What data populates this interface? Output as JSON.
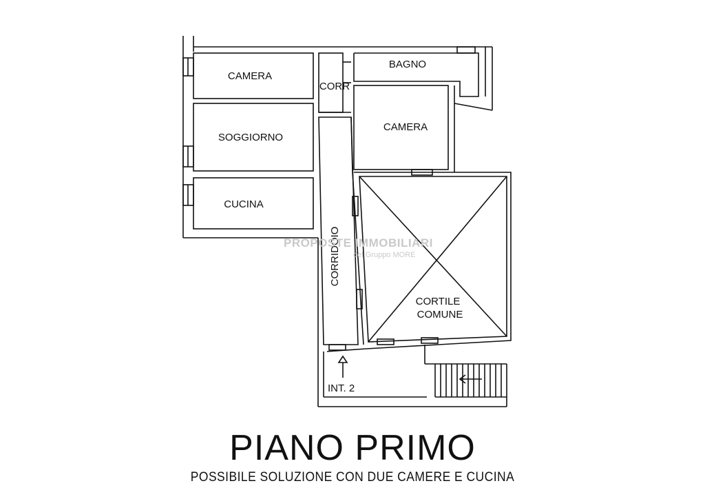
{
  "rooms": {
    "camera_1": "CAMERA",
    "soggiorno": "SOGGIORNO",
    "cucina": "CUCINA",
    "corr": "CORR",
    "bagno": "BAGNO",
    "camera_2": "CAMERA",
    "corridoio": "CORRIDOIO",
    "cortile_line1": "CORTILE",
    "cortile_line2": "COMUNE"
  },
  "entrance_label": "INT. 2",
  "watermark": {
    "main": "PROPOSTE IMMOBILIARI",
    "sub": "del Gruppo MORE"
  },
  "title": "PIANO PRIMO",
  "subtitle": "POSSIBILE SOLUZIONE CON DUE CAMERE E CUCINA",
  "colors": {
    "ink": "#111111",
    "watermark": "#c9c9c9"
  }
}
